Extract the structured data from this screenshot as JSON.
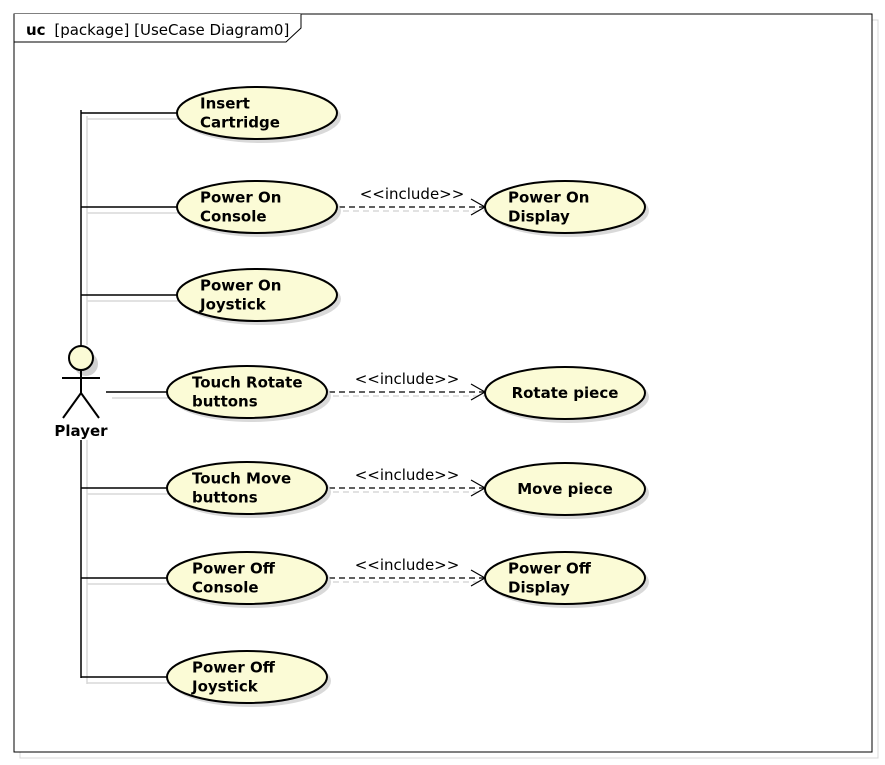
{
  "frame": {
    "keyword": "uc",
    "title": "[package] [UseCase Diagram0]"
  },
  "actor": {
    "name": "Player"
  },
  "colors": {
    "usecase_fill": "#fbfbd6",
    "usecase_stroke": "#000000",
    "actor_fill": "#fbfbd6",
    "shadow": "#cfcfcf"
  },
  "use_cases": [
    {
      "id": "insert-cartridge",
      "lines": [
        "Insert",
        "Cartridge"
      ]
    },
    {
      "id": "power-on-console",
      "lines": [
        "Power On",
        "Console"
      ]
    },
    {
      "id": "power-on-joystick",
      "lines": [
        "Power On",
        "Joystick"
      ]
    },
    {
      "id": "touch-rotate-buttons",
      "lines": [
        "Touch Rotate",
        "buttons"
      ]
    },
    {
      "id": "touch-move-buttons",
      "lines": [
        "Touch Move",
        "buttons"
      ]
    },
    {
      "id": "power-off-console",
      "lines": [
        "Power Off",
        "Console"
      ]
    },
    {
      "id": "power-off-joystick",
      "lines": [
        "Power Off",
        "Joystick"
      ]
    },
    {
      "id": "power-on-display",
      "lines": [
        "Power On",
        "Display"
      ]
    },
    {
      "id": "rotate-piece",
      "lines": [
        "Rotate piece"
      ]
    },
    {
      "id": "move-piece",
      "lines": [
        "Move piece"
      ]
    },
    {
      "id": "power-off-display",
      "lines": [
        "Power Off",
        "Display"
      ]
    }
  ],
  "includes": [
    {
      "from": "power-on-console",
      "to": "power-on-display",
      "label": "<<include>>"
    },
    {
      "from": "touch-rotate-buttons",
      "to": "rotate-piece",
      "label": "<<include>>"
    },
    {
      "from": "touch-move-buttons",
      "to": "move-piece",
      "label": "<<include>>"
    },
    {
      "from": "power-off-console",
      "to": "power-off-display",
      "label": "<<include>>"
    }
  ],
  "associations": [
    {
      "actor": "Player",
      "use_case": "insert-cartridge"
    },
    {
      "actor": "Player",
      "use_case": "power-on-console"
    },
    {
      "actor": "Player",
      "use_case": "power-on-joystick"
    },
    {
      "actor": "Player",
      "use_case": "touch-rotate-buttons"
    },
    {
      "actor": "Player",
      "use_case": "touch-move-buttons"
    },
    {
      "actor": "Player",
      "use_case": "power-off-console"
    },
    {
      "actor": "Player",
      "use_case": "power-off-joystick"
    }
  ]
}
